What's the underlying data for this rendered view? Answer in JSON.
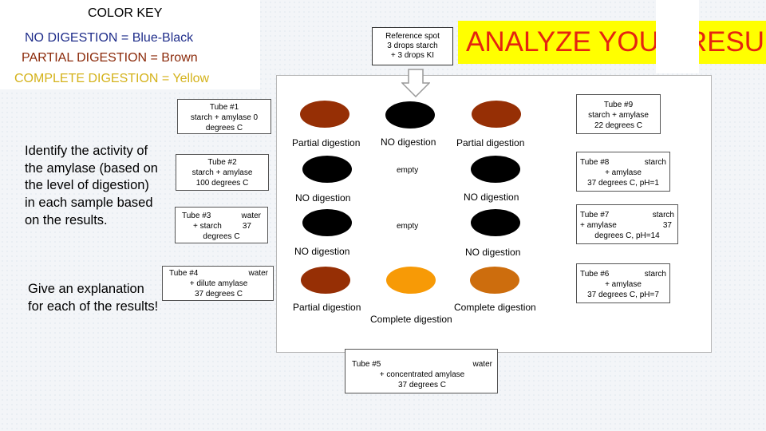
{
  "color_key": {
    "title": "COLOR KEY",
    "no_digestion": "NO DIGESTION = Blue-Black",
    "partial_digestion": "PARTIAL DIGESTION = Brown",
    "complete_digestion": "COMPLETE DIGESTION = Yellow"
  },
  "reference": {
    "line1": "Reference spot",
    "line2": "3 drops starch",
    "line3": "+ 3 drops KI"
  },
  "banner": "ANALYZE YOUR RESULT",
  "instructions": {
    "identify": "Identify the activity of the amylase (based on the level of digestion) in each sample based on the results.",
    "explain": "Give an explanation for each of the results!"
  },
  "tubes": {
    "t1": {
      "line1": "Tube #1",
      "line2": "starch + amylase  0",
      "line3": "degrees C"
    },
    "t2": {
      "line1": "Tube #2",
      "line2": "starch + amylase",
      "line3": "100 degrees C"
    },
    "t3": {
      "l1a": "Tube #3",
      "l1b": "water",
      "l2a": "+ starch",
      "l2b": "37",
      "line3": "degrees C"
    },
    "t4": {
      "l1a": "Tube #4",
      "l1b": "water",
      "line2": "+ dilute amylase",
      "line3": "37 degrees C"
    },
    "t5": {
      "l1a": "Tube #5",
      "l1b": "water",
      "line2": "+ concentrated amylase",
      "line3": "37 degrees C"
    },
    "t6": {
      "l1a": "Tube #6",
      "l1b": "starch",
      "line2": "+ amylase",
      "line3": "37 degrees C, pH=7"
    },
    "t7": {
      "l1a": "Tube #7",
      "l1b": "starch",
      "l2a": "+ amylase",
      "l2b": "37",
      "line3": "degrees C, pH=14"
    },
    "t8": {
      "l1a": "Tube #8",
      "l1b": "starch",
      "line2": "+ amylase",
      "line3": "37 degrees C, pH=1"
    },
    "t9": {
      "line1": "Tube #9",
      "line2": "starch + amylase",
      "line3": "22 degrees C"
    }
  },
  "results": {
    "r1_partial": "Partial  digestion",
    "r1_none": "NO digestion",
    "r1_partial2": "Partial  digestion",
    "r2_empty": "empty",
    "r2_none_left": "NO digestion",
    "r2_none_right": "NO digestion",
    "r3_empty": "empty",
    "r3_none_left": "NO digestion",
    "r3_none_right": "NO digestion",
    "r4_partial": "Partial  digestion",
    "r4_complete_right": "Complete digestion",
    "r4_complete_center": "Complete digestion"
  },
  "colors": {
    "black": "#000000",
    "brown": "#962f05",
    "orange": "#f79a06",
    "amber": "#cd6d0d",
    "banner_bg": "#ffff00",
    "banner_text": "#e52410"
  }
}
